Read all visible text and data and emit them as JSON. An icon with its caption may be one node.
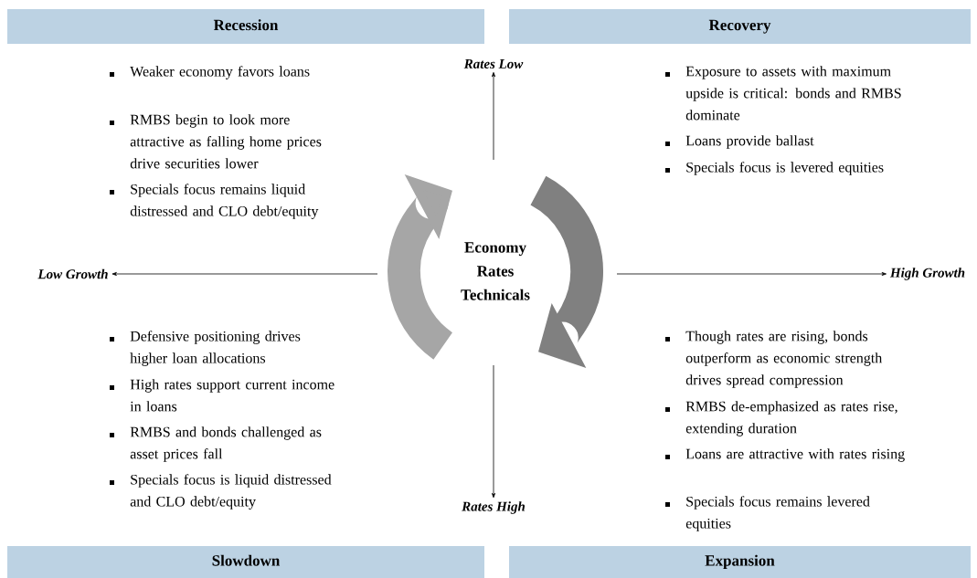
{
  "diagram": {
    "nodes": [
      {
        "text": [
          "Recession"
        ]
      },
      {
        "text": [
          "Recovery"
        ]
      },
      {
        "text": [
          "Slowdown"
        ]
      },
      {
        "text": [
          "Expansion"
        ]
      },
      {
        "text": [
          "Economy Rates Technicals"
        ]
      },
      {
        "text": [
          "Rates Low"
        ]
      },
      {
        "text": [
          "Low Growth"
        ]
      },
      {
        "text": [
          "High Growth"
        ]
      },
      {
        "text": [
          "Rates High"
        ]
      }
    ],
    "edges": [
      {
        "from": null,
        "to": 5,
        "arrow": "to"
      },
      {
        "from": null,
        "to": 6,
        "arrow": "to"
      },
      {
        "from": null,
        "to": 7,
        "arrow": "to"
      },
      {
        "from": null,
        "to": 8,
        "arrow": "to"
      }
    ],
    "labels": [
      "Weaker economy favors loans",
      "RMBS begin to look more attractive as falling home prices drive securities lower",
      "Specials focus remains liquid distressed and CLO debt/equity",
      "Exposure to assets with maximum upside is critical: bonds and RMBS dominate",
      "Loans provide ballast",
      "Specials focus is levered equities",
      "Defensive positioning drives higher loan allocations",
      "High rates support current income in loans",
      "RMBS and bonds challenged as asset prices fall",
      "Specials focus is liquid distressed and CLO debt/equity",
      "Though rates are rising, bonds outperform as economic strength drives spread compression",
      "RMBS de-emphasized as rates rise, extending duration",
      "Loans are attractive with rates rising",
      "Specials focus remains levered equities"
    ]
  }
}
